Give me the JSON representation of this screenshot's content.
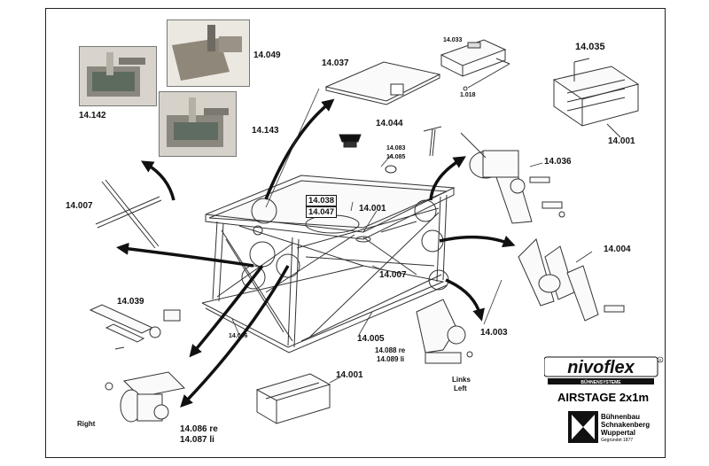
{
  "brand": {
    "logo_text": "nivoflex",
    "logo_sub": "BÜHNENSYSTEME",
    "product": "AIRSTAGE 2x1m",
    "maker_line1": "Bühnenbau",
    "maker_line2": "Schnakenberg",
    "maker_line3": "Wuppertal",
    "maker_since": "Gegründet 1877"
  },
  "parts": {
    "p14142": "14.142",
    "p14049": "14.049",
    "p14143": "14.143",
    "p14037": "14.037",
    "p14033": "14.033",
    "p1018": "1.018",
    "p14035": "14.035",
    "p14001_a": "14.001",
    "p14044": "14.044",
    "p14083": "14.083",
    "p14085": "14.085",
    "p14036": "14.036",
    "p14007_a": "14.007",
    "p14038": "14.038",
    "p14047": "14.047",
    "p14001_b": "14.001",
    "p14004": "14.004",
    "p14007_b": "14.007",
    "p14039": "14.039",
    "p14006": "14.006",
    "p14005": "14.005",
    "p14003": "14.003",
    "p14088": "14.088 re",
    "p14089": "14.089 li",
    "p14001_c": "14.001",
    "p14086": "14.086 re",
    "p14087": "14.087 li"
  },
  "sides": {
    "left_line1": "Links",
    "left_line2": "Left",
    "right": "Right"
  },
  "colors": {
    "line": "#333333",
    "arrow": "#111111",
    "photo_bg": "#c9c4bb",
    "photo_metal": "#8a877f"
  }
}
